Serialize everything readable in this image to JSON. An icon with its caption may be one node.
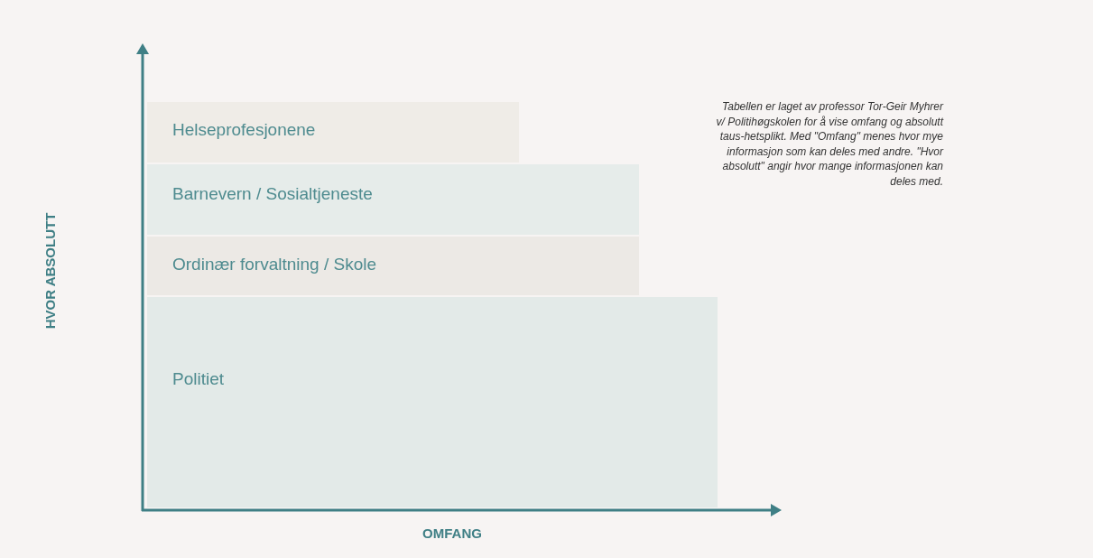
{
  "diagram": {
    "nodes": [
      {
        "text": [
          "Helseprofesjonene"
        ]
      },
      {
        "text": [
          "Barnevern / Sosialtjeneste"
        ]
      },
      {
        "text": [
          "Ordinær forvaltning / Skole"
        ]
      },
      {
        "text": [
          "Politiet"
        ]
      }
    ],
    "labels": [
      "Tabellen er laget av professor Tor-Geir Myhrer v/ Politihøgskolen for å vise omfang og absolutt taus-hetsplikt. Med \"Omfang\" menes hvor mye informasjon som kan deles med andre. \"Hvor absolutt\" angir hvor mange informasjonen kan deles med.",
      "HVOR ABSOLUTT",
      "OMFANG"
    ]
  }
}
